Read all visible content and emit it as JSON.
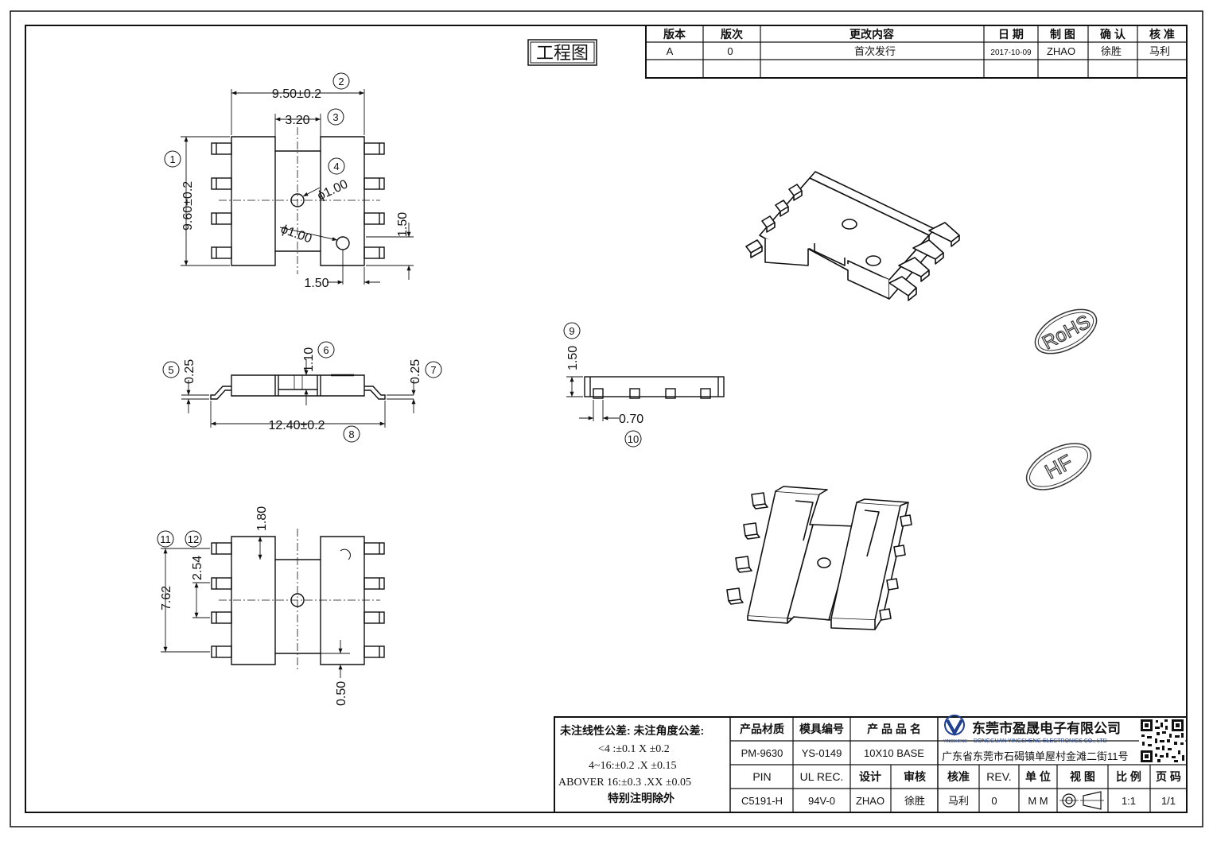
{
  "title": "工程图",
  "revision_table": {
    "headers": [
      "版本",
      "版次",
      "更改内容",
      "日 期",
      "制 图",
      "确 认",
      "核 准"
    ],
    "rows": [
      [
        "A",
        "0",
        "首次发行",
        "2017-10-09",
        "ZHAO",
        "徐胜",
        "马利"
      ],
      [
        "",
        "",
        "",
        "",
        "",
        "",
        ""
      ]
    ]
  },
  "top_view": {
    "dim_width": "9.50±0.2",
    "dim_slot": "3.20",
    "dim_height": "9.60±0.2",
    "dim_hole_a": "ϕ1.00",
    "dim_hole_b": "ϕ1.00",
    "dim_offset_x": "1.50",
    "dim_offset_y": "1.50",
    "balloons": [
      "1",
      "2",
      "3",
      "4"
    ]
  },
  "side_view": {
    "dim_overall": "12.40±0.2",
    "dim_center": "1.10",
    "dim_left": "0.25",
    "dim_right": "0.25",
    "balloons": [
      "5",
      "6",
      "7",
      "8"
    ]
  },
  "end_view": {
    "dim_height": "1.50",
    "dim_pin": "0.70",
    "balloons": [
      "9",
      "10"
    ]
  },
  "bottom_view": {
    "dim_step": "1.80",
    "dim_pitch": "2.54",
    "dim_span": "7.62",
    "dim_bottom": "0.50",
    "balloons": [
      "11",
      "12"
    ]
  },
  "stamps": [
    "RoHS",
    "HF"
  ],
  "tolerance_block": {
    "heading": "未注线性公差:  未注角度公差:",
    "lines": [
      "<4 :±0.1  X ±0.2",
      "4~16:±0.2  .X ±0.15",
      "ABOVER 16:±0.3  .XX ±0.05"
    ],
    "note": "特别注明除外"
  },
  "title_block": {
    "row1_labels": [
      "产品材质",
      "模具编号",
      "产 品 品 名"
    ],
    "row2_values": [
      "PM-9630",
      "YS-0149",
      "10X10 BASE"
    ],
    "row3_labels": [
      "PIN",
      "UL REC.",
      "设计",
      "审核",
      "核准",
      "REV.",
      "单 位",
      "视 图",
      "比 例",
      "页 码"
    ],
    "row4_values": [
      "C5191-H",
      "94V-0",
      "ZHAO",
      "徐胜",
      "马利",
      "0",
      "M M",
      "",
      "1:1",
      "1/1"
    ]
  },
  "company": {
    "name_cn": "东莞市盈晟电子有限公司",
    "name_en": "DONGGUAN YINGSHENG ELECTRONICS CO., LTD",
    "address": "广东省东莞市石碣镇单屋村金滩二街11号",
    "logo_text": "YINGSHENG"
  }
}
